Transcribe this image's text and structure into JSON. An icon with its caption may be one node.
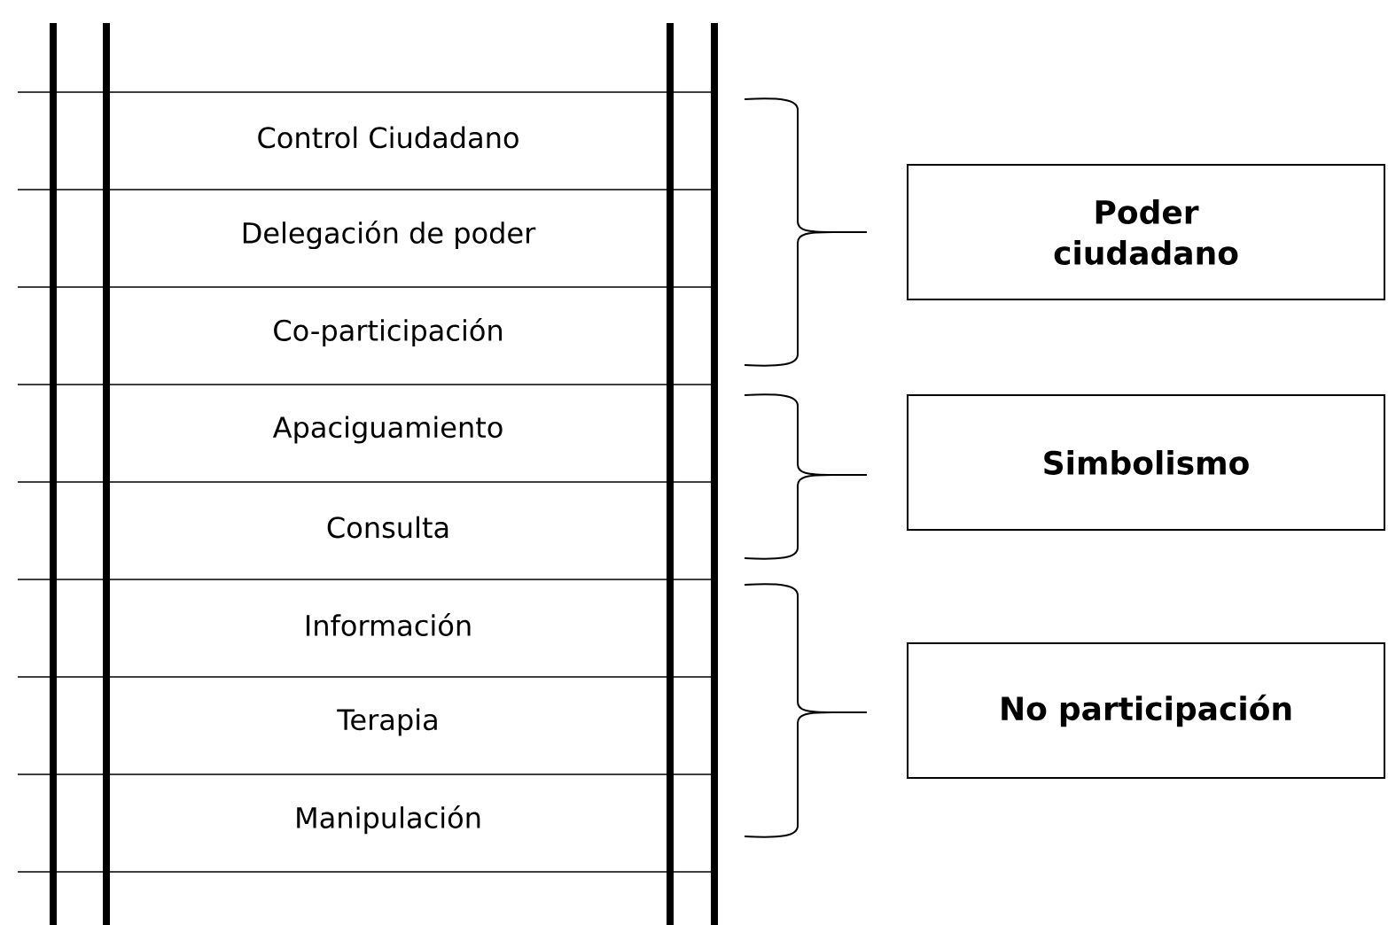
{
  "diagram": {
    "nodes": [
      {
        "text": [
          "Control Ciudadano"
        ]
      },
      {
        "text": [
          "Delegación de poder"
        ]
      },
      {
        "text": [
          "Co-participación"
        ]
      },
      {
        "text": [
          "Apaciguamiento"
        ]
      },
      {
        "text": [
          "Consulta"
        ]
      },
      {
        "text": [
          "Información"
        ]
      },
      {
        "text": [
          "Terapia"
        ]
      },
      {
        "text": [
          "Manipulación"
        ]
      },
      {
        "text": [
          "Poder ciudadano"
        ]
      },
      {
        "text": [
          "Simbolismo"
        ]
      },
      {
        "text": [
          "No participación"
        ]
      }
    ]
  }
}
